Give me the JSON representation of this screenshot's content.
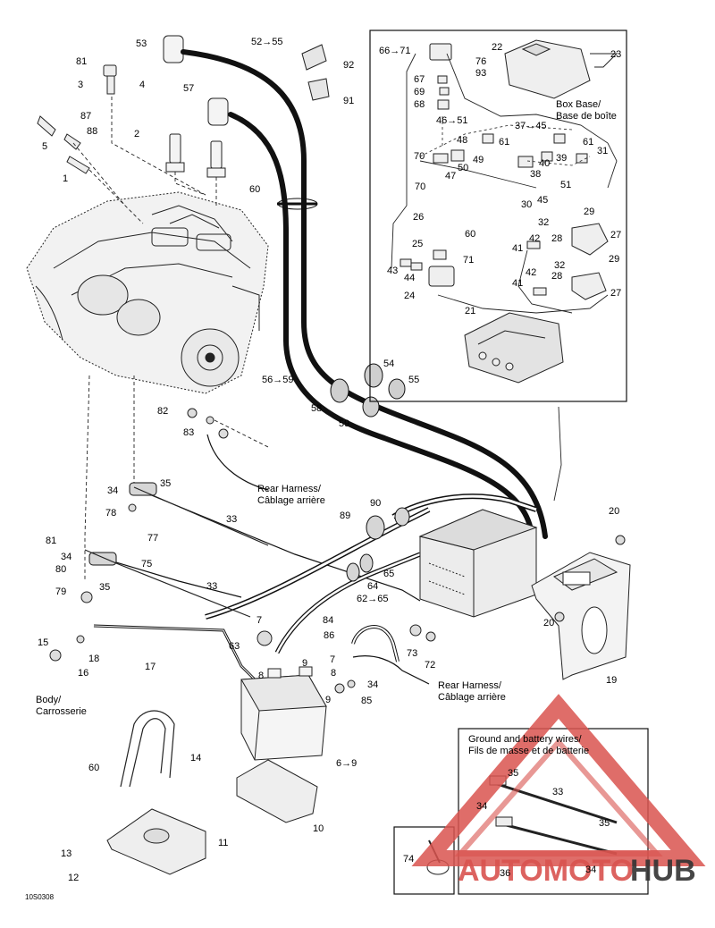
{
  "diagram_code": "10S0308",
  "notes": {
    "rear_harness_line1": "Rear Harness/",
    "rear_harness_line2": "Câblage arrière",
    "body_line1": "Body/",
    "body_line2": "Carrosserie",
    "box_base_line1": "Box Base/",
    "box_base_line2": "Base de boîte"
  },
  "inset": {
    "title_line1": "Ground and battery wires/",
    "title_line2": "Fils de masse et de batterie"
  },
  "watermark": {
    "text_part1": "AUTOMOTO",
    "text_part2": "HUB",
    "color_red": "#d9534f",
    "color_dark": "#333333"
  },
  "labels": [
    {
      "id": "l53",
      "text": "53"
    },
    {
      "id": "l52",
      "text": "52→55"
    },
    {
      "id": "l92",
      "text": "92"
    },
    {
      "id": "l91",
      "text": "91"
    },
    {
      "id": "l81a",
      "text": "81"
    },
    {
      "id": "l3",
      "text": "3"
    },
    {
      "id": "l4",
      "text": "4"
    },
    {
      "id": "l57",
      "text": "57"
    },
    {
      "id": "l87",
      "text": "87"
    },
    {
      "id": "l88",
      "text": "88"
    },
    {
      "id": "l5",
      "text": "5"
    },
    {
      "id": "l2",
      "text": "2"
    },
    {
      "id": "l1",
      "text": "1"
    },
    {
      "id": "l60a",
      "text": "60"
    },
    {
      "id": "l66",
      "text": "66→71"
    },
    {
      "id": "l76",
      "text": "76"
    },
    {
      "id": "l93",
      "text": "93"
    },
    {
      "id": "l67",
      "text": "67"
    },
    {
      "id": "l69",
      "text": "69"
    },
    {
      "id": "l68",
      "text": "68"
    },
    {
      "id": "l22",
      "text": "22"
    },
    {
      "id": "l23",
      "text": "23"
    },
    {
      "id": "l46",
      "text": "46→51"
    },
    {
      "id": "l37",
      "text": "37→45"
    },
    {
      "id": "l48",
      "text": "48"
    },
    {
      "id": "l61a",
      "text": "61"
    },
    {
      "id": "l61b",
      "text": "61"
    },
    {
      "id": "l70a",
      "text": "70"
    },
    {
      "id": "l49",
      "text": "49"
    },
    {
      "id": "l50",
      "text": "50"
    },
    {
      "id": "l47",
      "text": "47"
    },
    {
      "id": "l70b",
      "text": "70"
    },
    {
      "id": "l40",
      "text": "40"
    },
    {
      "id": "l39",
      "text": "39"
    },
    {
      "id": "l38",
      "text": "38"
    },
    {
      "id": "l31",
      "text": "31"
    },
    {
      "id": "l51",
      "text": "51"
    },
    {
      "id": "l30",
      "text": "30"
    },
    {
      "id": "l45",
      "text": "45"
    },
    {
      "id": "l26",
      "text": "26"
    },
    {
      "id": "l60b",
      "text": "60"
    },
    {
      "id": "l29a",
      "text": "29"
    },
    {
      "id": "l32a",
      "text": "32"
    },
    {
      "id": "l42a",
      "text": "42"
    },
    {
      "id": "l28a",
      "text": "28"
    },
    {
      "id": "l27a",
      "text": "27"
    },
    {
      "id": "l25",
      "text": "25"
    },
    {
      "id": "l71",
      "text": "71"
    },
    {
      "id": "l41a",
      "text": "41"
    },
    {
      "id": "l43",
      "text": "43"
    },
    {
      "id": "l44",
      "text": "44"
    },
    {
      "id": "l32b",
      "text": "32"
    },
    {
      "id": "l29b",
      "text": "29"
    },
    {
      "id": "l42b",
      "text": "42"
    },
    {
      "id": "l28b",
      "text": "28"
    },
    {
      "id": "l41b",
      "text": "41"
    },
    {
      "id": "l24",
      "text": "24"
    },
    {
      "id": "l27b",
      "text": "27"
    },
    {
      "id": "l21",
      "text": "21"
    },
    {
      "id": "l54",
      "text": "54"
    },
    {
      "id": "l55",
      "text": "55"
    },
    {
      "id": "l56",
      "text": "56→59"
    },
    {
      "id": "l58",
      "text": "58"
    },
    {
      "id": "l59",
      "text": "59"
    },
    {
      "id": "l82",
      "text": "82"
    },
    {
      "id": "l83",
      "text": "83"
    },
    {
      "id": "l34a",
      "text": "34"
    },
    {
      "id": "l35a",
      "text": "35"
    },
    {
      "id": "l78",
      "text": "78"
    },
    {
      "id": "l33a",
      "text": "33"
    },
    {
      "id": "l90",
      "text": "90"
    },
    {
      "id": "l89",
      "text": "89"
    },
    {
      "id": "l20a",
      "text": "20"
    },
    {
      "id": "l81b",
      "text": "81"
    },
    {
      "id": "l77",
      "text": "77"
    },
    {
      "id": "l34b",
      "text": "34"
    },
    {
      "id": "l80",
      "text": "80"
    },
    {
      "id": "l75",
      "text": "75"
    },
    {
      "id": "l35b",
      "text": "35"
    },
    {
      "id": "l65",
      "text": "65"
    },
    {
      "id": "l33b",
      "text": "33"
    },
    {
      "id": "l64",
      "text": "64"
    },
    {
      "id": "l62",
      "text": "62→65"
    },
    {
      "id": "l79",
      "text": "79"
    },
    {
      "id": "l20b",
      "text": "20"
    },
    {
      "id": "l7a",
      "text": "7"
    },
    {
      "id": "l84",
      "text": "84"
    },
    {
      "id": "l63",
      "text": "63"
    },
    {
      "id": "l86",
      "text": "86"
    },
    {
      "id": "l73",
      "text": "73"
    },
    {
      "id": "l72",
      "text": "72"
    },
    {
      "id": "l15",
      "text": "15"
    },
    {
      "id": "l18",
      "text": "18"
    },
    {
      "id": "l16",
      "text": "16"
    },
    {
      "id": "l9a",
      "text": "9"
    },
    {
      "id": "l7b",
      "text": "7"
    },
    {
      "id": "l8a",
      "text": "8"
    },
    {
      "id": "l8b",
      "text": "8"
    },
    {
      "id": "l34c",
      "text": "34"
    },
    {
      "id": "l17",
      "text": "17"
    },
    {
      "id": "l9b",
      "text": "9"
    },
    {
      "id": "l85",
      "text": "85"
    },
    {
      "id": "l19",
      "text": "19"
    },
    {
      "id": "l6",
      "text": "6→9"
    },
    {
      "id": "l14",
      "text": "14"
    },
    {
      "id": "l60c",
      "text": "60"
    },
    {
      "id": "l10",
      "text": "10"
    },
    {
      "id": "l11",
      "text": "11"
    },
    {
      "id": "l13",
      "text": "13"
    },
    {
      "id": "l12",
      "text": "12"
    },
    {
      "id": "l74",
      "text": "74"
    },
    {
      "id": "l35c",
      "text": "35"
    },
    {
      "id": "l33c",
      "text": "33"
    },
    {
      "id": "l34d",
      "text": "34"
    },
    {
      "id": "l35d",
      "text": "35"
    },
    {
      "id": "l36",
      "text": "36"
    },
    {
      "id": "l34e",
      "text": "34"
    }
  ]
}
